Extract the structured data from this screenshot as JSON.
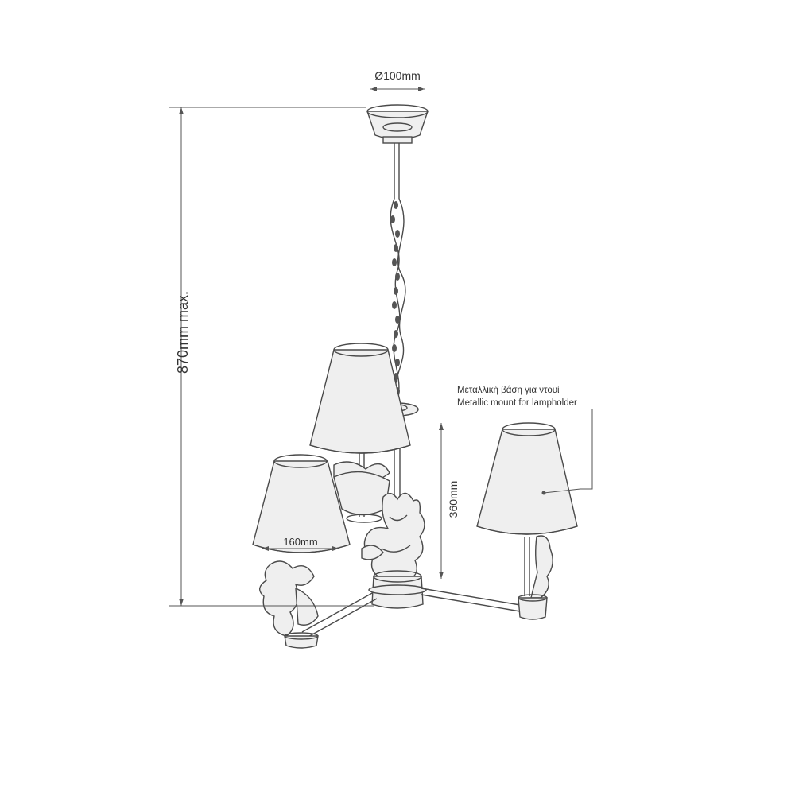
{
  "dimensions": {
    "canopy_diameter": "Ø100mm",
    "max_height": "870mm max.",
    "arm_height": "360mm",
    "shade_diameter": "160mm"
  },
  "annotation": {
    "greek": "Μεταλλική βάση για ντουί",
    "english": "Metallic mount for lampholder"
  },
  "colors": {
    "line": "#4a4a4a",
    "text": "#333333"
  }
}
